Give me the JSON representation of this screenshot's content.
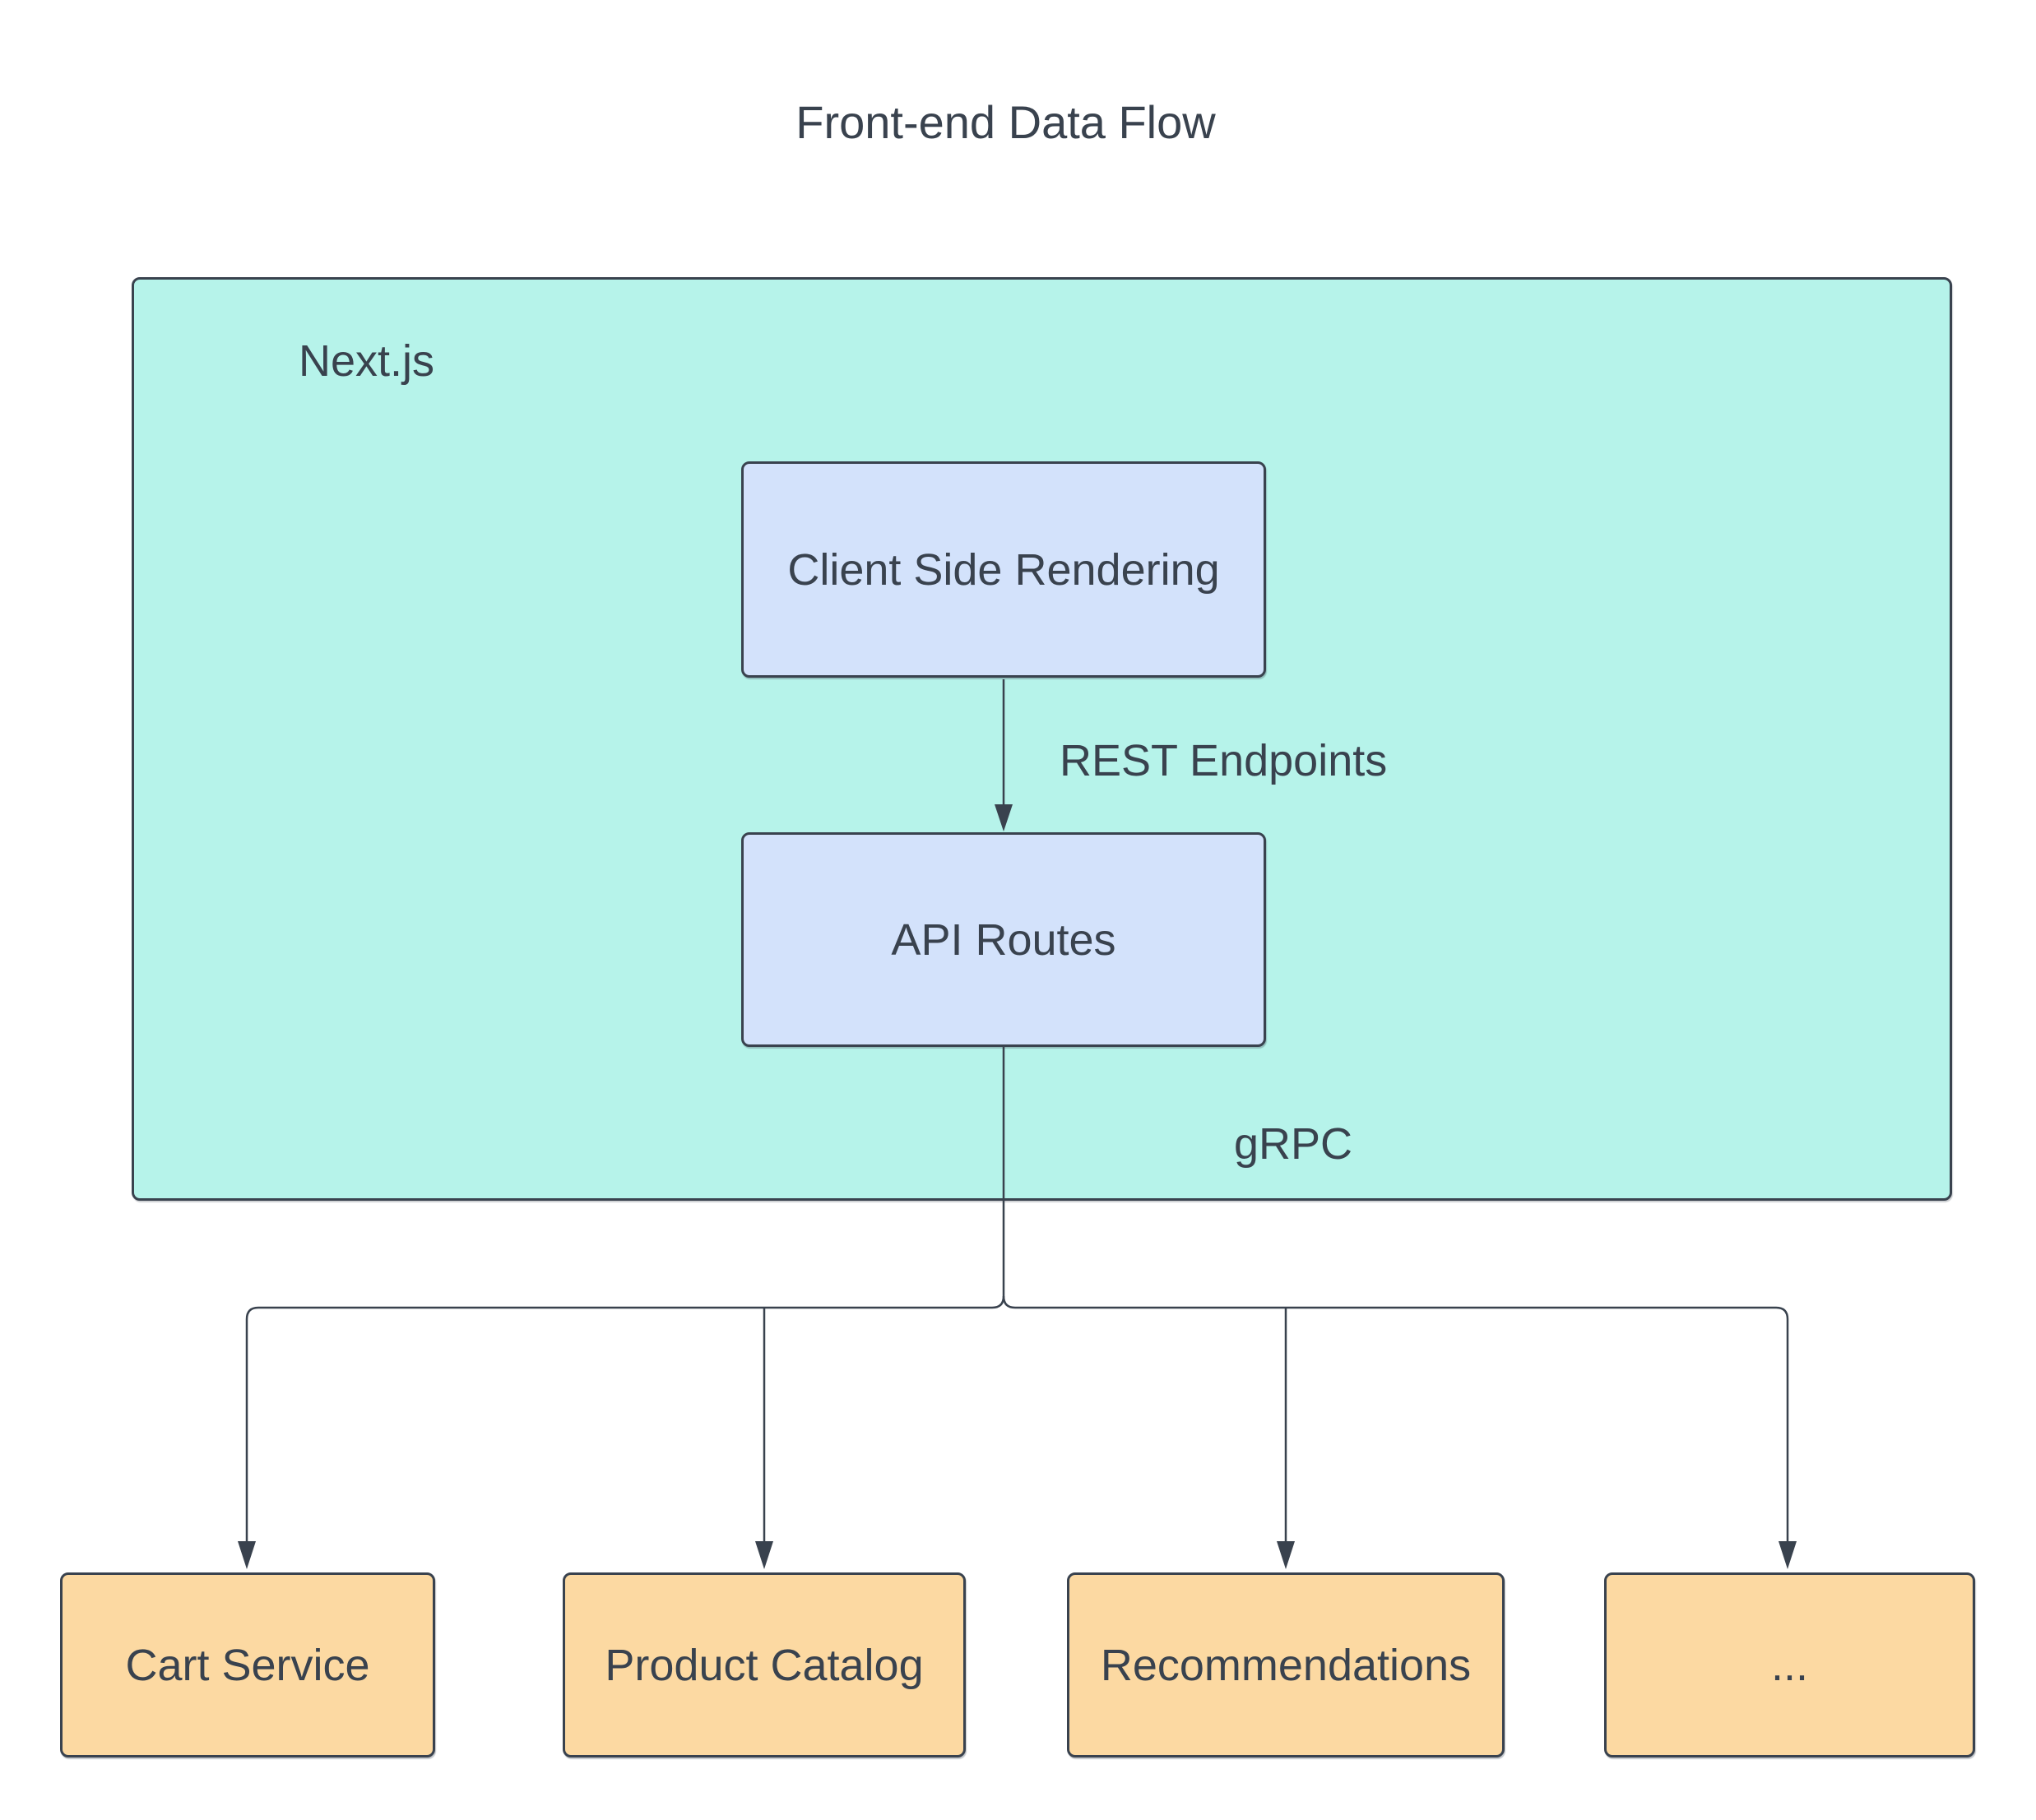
{
  "title": "Front-end Data Flow",
  "container": {
    "label": "Next.js"
  },
  "nodes": {
    "client_side_rendering": {
      "label": "Client Side Rendering"
    },
    "api_routes": {
      "label": "API Routes"
    }
  },
  "edge_labels": {
    "rest": "REST Endpoints",
    "grpc": "gRPC"
  },
  "services": [
    {
      "label": "Cart Service"
    },
    {
      "label": "Product Catalog"
    },
    {
      "label": "Recommendations"
    },
    {
      "label": "..."
    }
  ],
  "colors": {
    "container_fill": "#b6f3ea",
    "node_fill": "#d3e2fb",
    "service_fill": "#fcd9a2",
    "line": "#39424e",
    "text": "#39424e",
    "background": "#ffffff"
  }
}
